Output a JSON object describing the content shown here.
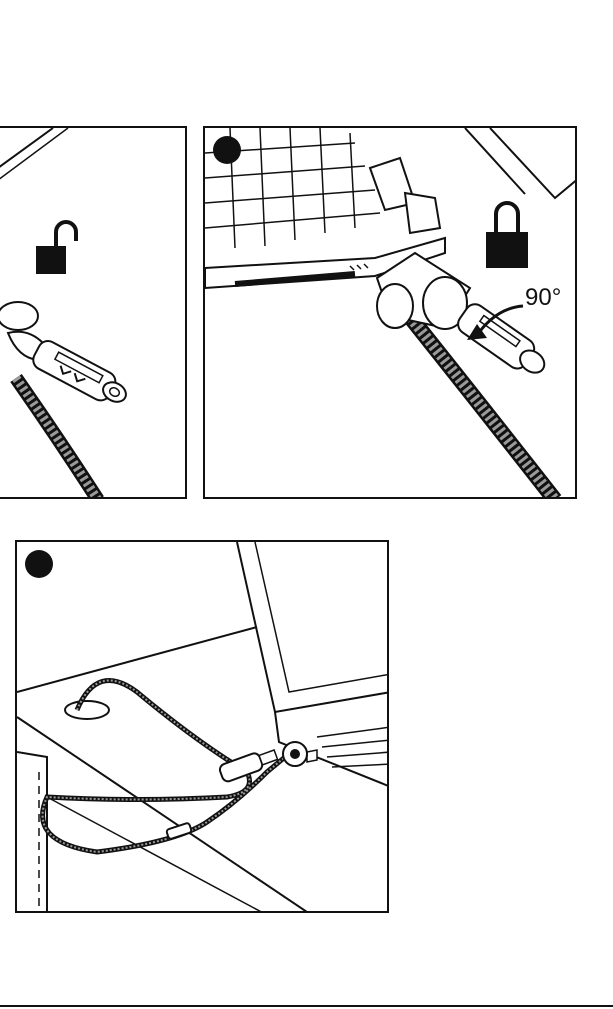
{
  "figure": {
    "step2_rotation_label": "90°"
  },
  "panels": [
    {
      "id": "left",
      "icon": "unlocked-padlock-icon"
    },
    {
      "id": "right",
      "icon": "locked-padlock-icon"
    },
    {
      "id": "bottom",
      "icon": "none"
    }
  ],
  "colors": {
    "ink": "#111111",
    "paper": "#ffffff",
    "cable_shade": "#9a9a9a"
  }
}
